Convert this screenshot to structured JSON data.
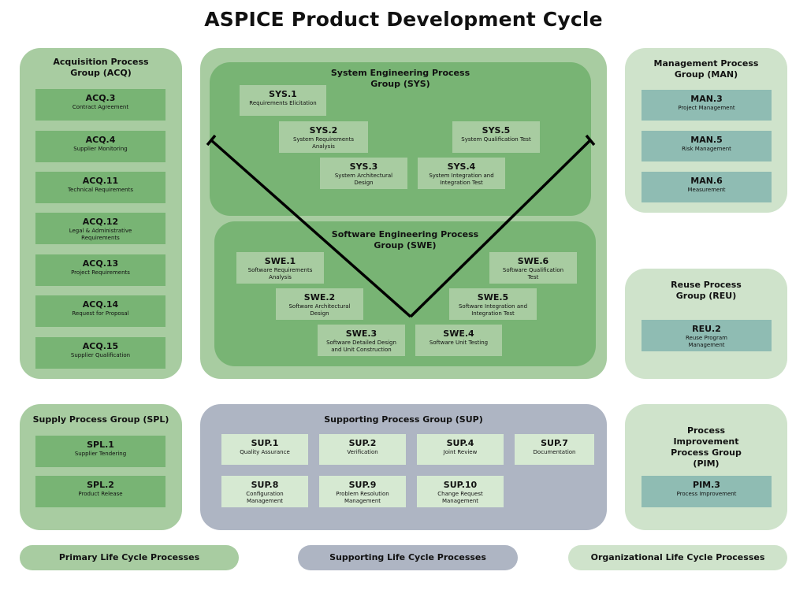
{
  "title": "ASPICE Product Development Cycle",
  "acq": {
    "title": "Acquisition Process Group (ACQ)",
    "items": [
      {
        "code": "ACQ.3",
        "name": "Contract Agreement"
      },
      {
        "code": "ACQ.4",
        "name": "Supplier Monitoring"
      },
      {
        "code": "ACQ.11",
        "name": "Technical Requirements"
      },
      {
        "code": "ACQ.12",
        "name": "Legal & Administrative Requirements"
      },
      {
        "code": "ACQ.13",
        "name": "Project Requirements"
      },
      {
        "code": "ACQ.14",
        "name": "Request for Proposal"
      },
      {
        "code": "ACQ.15",
        "name": "Supplier Qualification"
      }
    ]
  },
  "sys": {
    "title": "System Engineering Process Group (SYS)",
    "items": [
      {
        "code": "SYS.1",
        "name": "Requirements Elicitation"
      },
      {
        "code": "SYS.2",
        "name": "System Requirements Analysis"
      },
      {
        "code": "SYS.3",
        "name": "System Architectural Design"
      },
      {
        "code": "SYS.4",
        "name": "System Integration and Integration Test"
      },
      {
        "code": "SYS.5",
        "name": "System Qualification Test"
      }
    ]
  },
  "swe": {
    "title": "Software Engineering Process Group (SWE)",
    "items": [
      {
        "code": "SWE.1",
        "name": "Software Requirements Analysis"
      },
      {
        "code": "SWE.2",
        "name": "Software Architectural Design"
      },
      {
        "code": "SWE.3",
        "name": "Software Detailed Design and Unit Construction"
      },
      {
        "code": "SWE.4",
        "name": "Software Unit Testing"
      },
      {
        "code": "SWE.5",
        "name": "Software Integration and Integration Test"
      },
      {
        "code": "SWE.6",
        "name": "Software Qualification Test"
      }
    ]
  },
  "man": {
    "title": "Management Process Group (MAN)",
    "items": [
      {
        "code": "MAN.3",
        "name": "Project Management"
      },
      {
        "code": "MAN.5",
        "name": "Risk Management"
      },
      {
        "code": "MAN.6",
        "name": "Measurement"
      }
    ]
  },
  "reu": {
    "title": "Reuse Process Group (REU)",
    "items": [
      {
        "code": "REU.2",
        "name": "Reuse Program Management"
      }
    ]
  },
  "spl": {
    "title": "Supply Process Group (SPL)",
    "items": [
      {
        "code": "SPL.1",
        "name": "Supplier Tendering"
      },
      {
        "code": "SPL.2",
        "name": "Product Release"
      }
    ]
  },
  "sup": {
    "title": "Supporting Process Group (SUP)",
    "items": [
      {
        "code": "SUP.1",
        "name": "Quality Assurance"
      },
      {
        "code": "SUP.2",
        "name": "Verification"
      },
      {
        "code": "SUP.4",
        "name": "Joint Review"
      },
      {
        "code": "SUP.7",
        "name": "Documentation"
      },
      {
        "code": "SUP.8",
        "name": "Configuration Management"
      },
      {
        "code": "SUP.9",
        "name": "Problem Resolution Management"
      },
      {
        "code": "SUP.10",
        "name": "Change Request Management"
      }
    ]
  },
  "pim": {
    "title": "Process Improvement Process Group (PIM)",
    "items": [
      {
        "code": "PIM.3",
        "name": "Process Improvement"
      }
    ]
  },
  "legend": {
    "primary": "Primary Life Cycle Processes",
    "supporting": "Supporting Life Cycle Processes",
    "organizational": "Organizational Life Cycle Processes"
  },
  "colors": {
    "primary": "#a8cca1",
    "engineering": "#78b474",
    "supporting": "#aeb5c3",
    "organizational": "#cfe3cb",
    "man_box": "#8fbcb3"
  }
}
